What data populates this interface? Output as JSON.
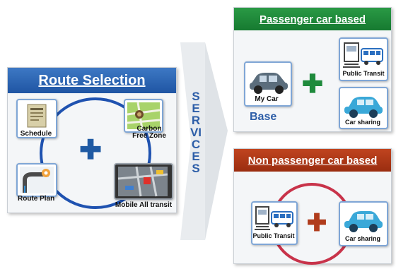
{
  "route_selection": {
    "title": "Route Selection",
    "items": {
      "schedule": "Schedule",
      "carbon_free_zone": "Carbon\nFree Zone",
      "route_plan": "Route Plan",
      "mobile_all_transit": "Mobile All transit"
    }
  },
  "center": {
    "services_label": "SERVICES"
  },
  "passenger": {
    "title": "Passenger car based",
    "my_car": "My Car",
    "base": "Base",
    "public_transit": "Public Transit",
    "car_sharing": "Car sharing"
  },
  "non_passenger": {
    "title": "Non passenger car based",
    "public_transit": "Public Transit",
    "car_sharing": "Car sharing"
  },
  "colors": {
    "blue_header": "#2460ad",
    "green_header": "#1d8a3a",
    "red_header": "#ac3716",
    "plus_blue": "#1f5aa3",
    "plus_green": "#1e8a3c",
    "plus_red": "#b03c1c"
  }
}
